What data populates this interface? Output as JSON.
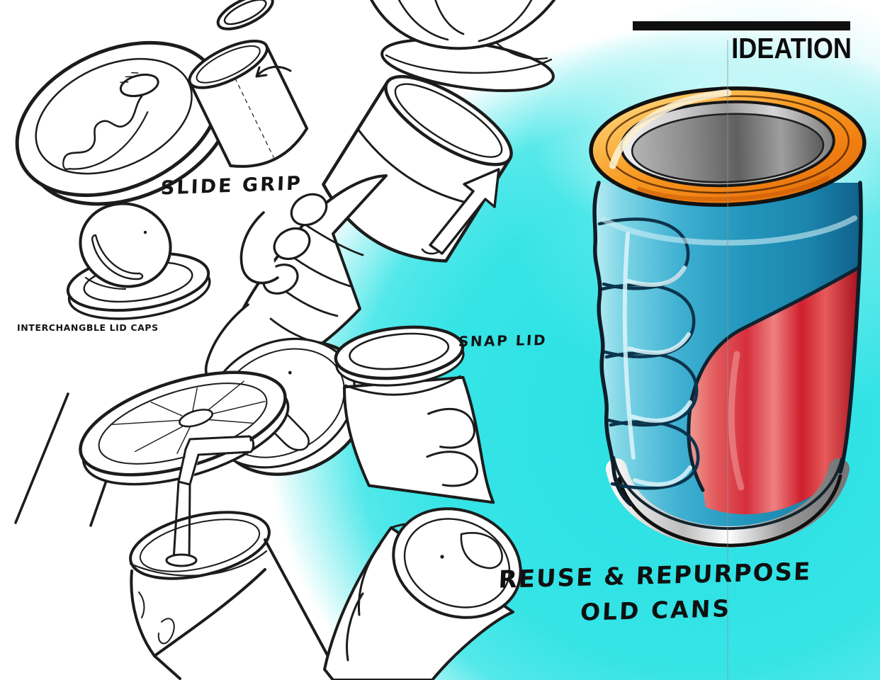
{
  "header": {
    "title": "IDEATION"
  },
  "labels": {
    "slide_grip": "SLIDE GRIP",
    "interchangeable_lid_caps": "INTERCHANGBLE LID CAPS",
    "snap_lid": "SNAP LID",
    "tagline_line1": "REUSE & REPURPOSE",
    "tagline_line2": "OLD CANS"
  },
  "sketches": [
    {
      "name": "slide-open-lid-cap"
    },
    {
      "name": "open-can-with-ring-lid"
    },
    {
      "name": "hand-holding-lid"
    },
    {
      "name": "hand-sliding-grip-sleeve-on-can"
    },
    {
      "name": "flip-open-lid-cap"
    },
    {
      "name": "sip-slot-lid"
    },
    {
      "name": "snap-lid-can-with-grip-sleeve"
    },
    {
      "name": "fan-iris-lid-can"
    },
    {
      "name": "straw-lid-can"
    },
    {
      "name": "tilted-grip-sleeve-can"
    },
    {
      "name": "rendered-can-concept-with-grip-sleeve"
    }
  ],
  "colors": {
    "background_cyan": "#36e4e6",
    "rim_orange": "#f5861f",
    "sleeve_teal": "#2d9fc6",
    "body_red": "#d21f2e",
    "metal_silver": "#c9c9c9",
    "ink": "#1c1c1c"
  }
}
